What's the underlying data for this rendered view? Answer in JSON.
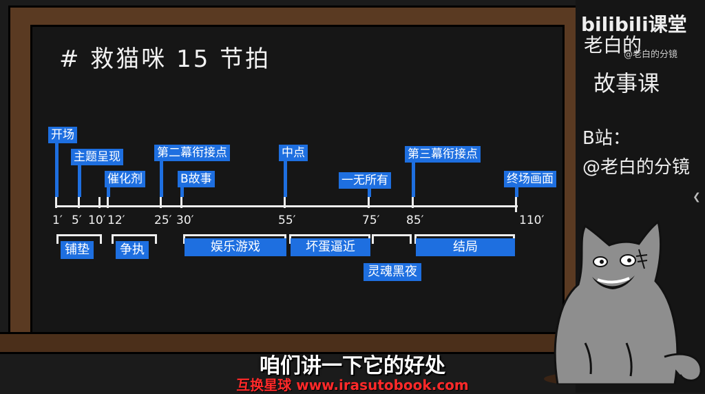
{
  "title": "# 救猫咪 15 节拍",
  "beats": [
    {
      "label": "开场",
      "minute": 1
    },
    {
      "label": "主题呈现",
      "minute": 5
    },
    {
      "label": "催化剂",
      "minute": 12
    },
    {
      "label": "第二幕衔接点",
      "minute": 25
    },
    {
      "label": "B故事",
      "minute": 30
    },
    {
      "label": "中点",
      "minute": 55
    },
    {
      "label": "一无所有",
      "minute": 75
    },
    {
      "label": "第三幕衔接点",
      "minute": 85
    },
    {
      "label": "终场画面",
      "minute": 110
    }
  ],
  "ticks": [
    "1′",
    "5′",
    "10′",
    "12′",
    "25′",
    "30′",
    "55′",
    "75′",
    "85′",
    "110′"
  ],
  "segments": [
    "铺垫",
    "争执",
    "娱乐游戏",
    "坏蛋逼近",
    "灵魂黑夜",
    "结局"
  ],
  "subtitle": "咱们讲一下它的好处",
  "watermark": "互换星球 www.irasutobook.com",
  "branding": {
    "logo": "bilibili课堂",
    "handle": "@老白的分镜",
    "title_line1": "老白的",
    "title_line2": "故事课",
    "side_line1": "B站：",
    "side_line2": "@老白的分镜"
  },
  "colors": {
    "accent": "#1e6fe0",
    "chalk": "#f2f2f2",
    "frame": "#5a3a22",
    "watermark": "#ff2a2a"
  }
}
